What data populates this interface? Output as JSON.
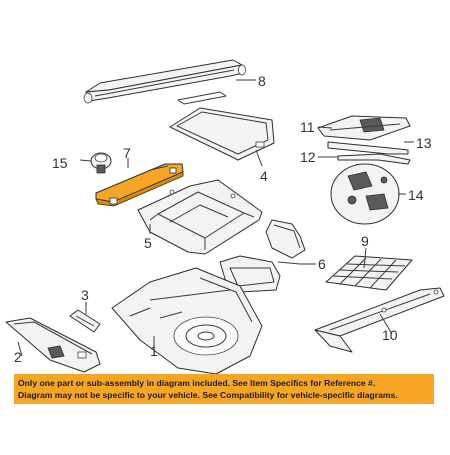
{
  "callouts": [
    {
      "id": "1",
      "label": "1"
    },
    {
      "id": "2",
      "label": "2"
    },
    {
      "id": "3",
      "label": "3"
    },
    {
      "id": "4",
      "label": "4"
    },
    {
      "id": "5",
      "label": "5"
    },
    {
      "id": "6",
      "label": "6"
    },
    {
      "id": "7",
      "label": "7"
    },
    {
      "id": "8",
      "label": "8"
    },
    {
      "id": "9",
      "label": "9"
    },
    {
      "id": "10",
      "label": "10"
    },
    {
      "id": "11",
      "label": "11"
    },
    {
      "id": "12",
      "label": "12"
    },
    {
      "id": "13",
      "label": "13"
    },
    {
      "id": "14",
      "label": "14"
    },
    {
      "id": "15",
      "label": "15"
    }
  ],
  "colors": {
    "highlight": "#f6a623",
    "notice_background": "#f6a623",
    "line": "#333333"
  },
  "highlighted_part": "7",
  "notice": {
    "line1": "Only one part or sub-assembly in diagram included. See Item Specifics for Reference #.",
    "line2": "Diagram may not be specific to your vehicle. See Compatibility for vehicle-specific diagrams."
  }
}
